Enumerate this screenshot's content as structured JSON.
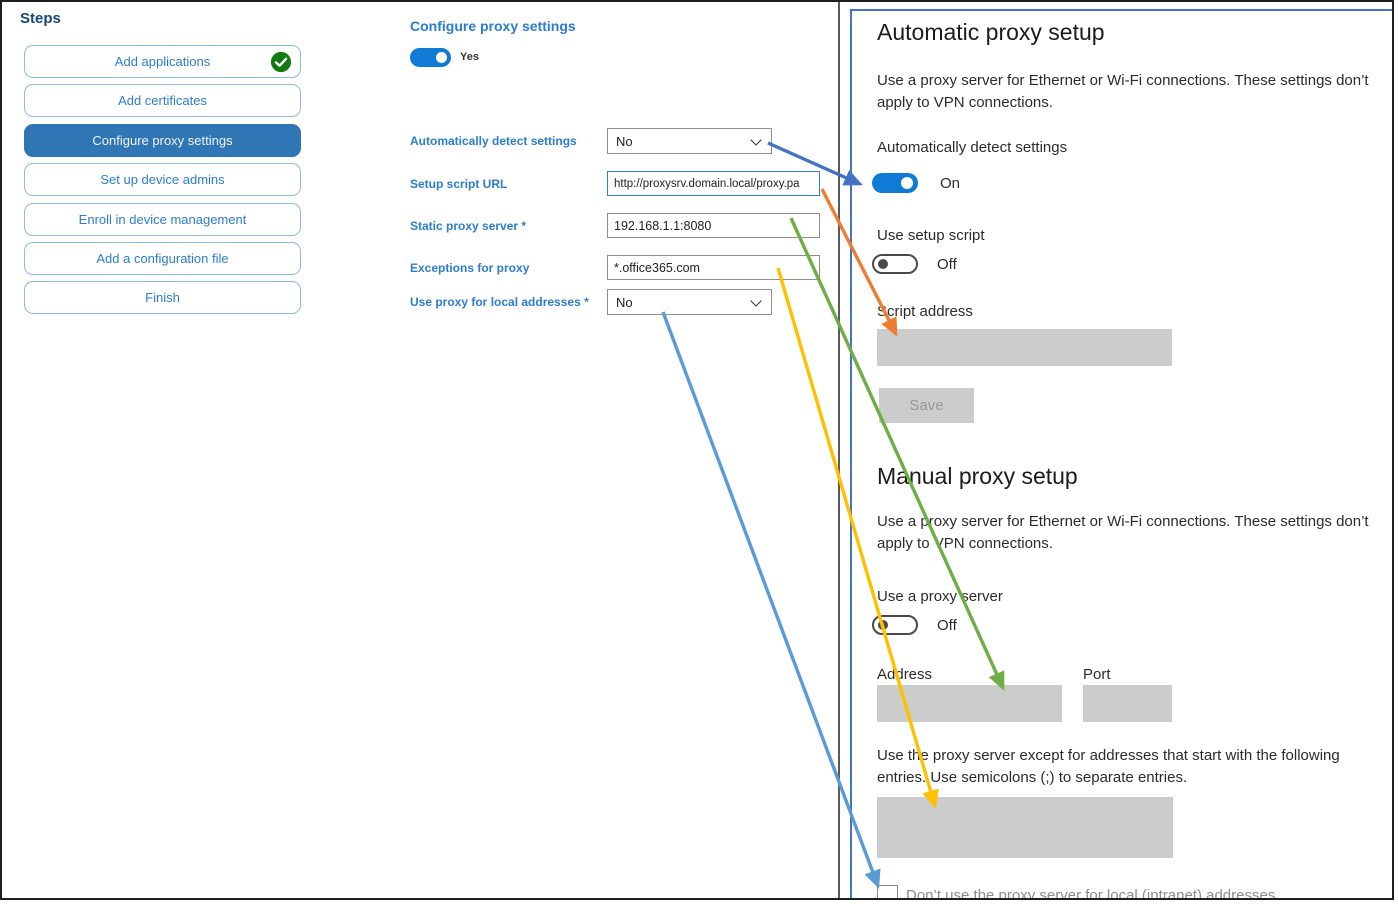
{
  "steps": {
    "title": "Steps",
    "items": [
      {
        "label": "Add applications",
        "status": "completed"
      },
      {
        "label": "Add certificates",
        "status": "normal"
      },
      {
        "label": "Configure proxy settings",
        "status": "selected"
      },
      {
        "label": "Set up device admins",
        "status": "normal"
      },
      {
        "label": "Enroll in device management",
        "status": "normal"
      },
      {
        "label": "Add a configuration file",
        "status": "normal"
      },
      {
        "label": "Finish",
        "status": "normal"
      }
    ]
  },
  "form": {
    "title": "Configure proxy settings",
    "enabled_toggle": {
      "value": "Yes",
      "state": "on"
    },
    "fields": [
      {
        "label": "Automatically detect settings",
        "type": "dropdown",
        "value": "No"
      },
      {
        "label": "Setup script URL",
        "type": "text",
        "value": "http://proxysrv.domain.local/proxy.pa"
      },
      {
        "label": "Static proxy server *",
        "type": "text",
        "value": "192.168.1.1:8080"
      },
      {
        "label": "Exceptions for proxy",
        "type": "text",
        "value": "*.office365.com"
      },
      {
        "label": "Use proxy for local addresses *",
        "type": "dropdown",
        "value": "No"
      }
    ]
  },
  "settings": {
    "automatic": {
      "heading": "Automatic proxy setup",
      "description": "Use a proxy server for Ethernet or Wi-Fi connections. These settings don’t apply to VPN connections.",
      "detect_label": "Automatically detect settings",
      "detect_state": "On",
      "setup_script_label": "Use setup script",
      "setup_script_state": "Off",
      "script_address_label": "Script address",
      "save_button": "Save"
    },
    "manual": {
      "heading": "Manual proxy setup",
      "description": "Use a proxy server for Ethernet or Wi-Fi connections. These settings don’t apply to VPN connections.",
      "use_proxy_label": "Use a proxy server",
      "use_proxy_state": "Off",
      "address_label": "Address",
      "port_label": "Port",
      "exceptions_hint": "Use the proxy server except for addresses that start with the following entries. Use semicolons (;) to separate entries.",
      "local_addresses_checkbox": "Don’t use the proxy server for local (intranet) addresses"
    }
  },
  "colors": {
    "toggle_on_blue": "#0f7bd7",
    "selected_step_blue": "#3076b5",
    "step_border_blue": "#8bbbe8",
    "label_blue": "#2b7cd3",
    "panel_border_blue": "#4472c4",
    "divider_gray": "#5a5a5a",
    "disabled_gray": "#cccccc",
    "check_green": "#107c10"
  },
  "arrows": [
    {
      "name": "detect-settings-mapping",
      "color": "#4472c4"
    },
    {
      "name": "setup-script-mapping",
      "color": "#ed7d31"
    },
    {
      "name": "static-proxy-mapping",
      "color": "#70ad47"
    },
    {
      "name": "exceptions-mapping",
      "color": "#ffc000"
    },
    {
      "name": "local-addresses-mapping",
      "color": "#5b9bd5"
    }
  ]
}
